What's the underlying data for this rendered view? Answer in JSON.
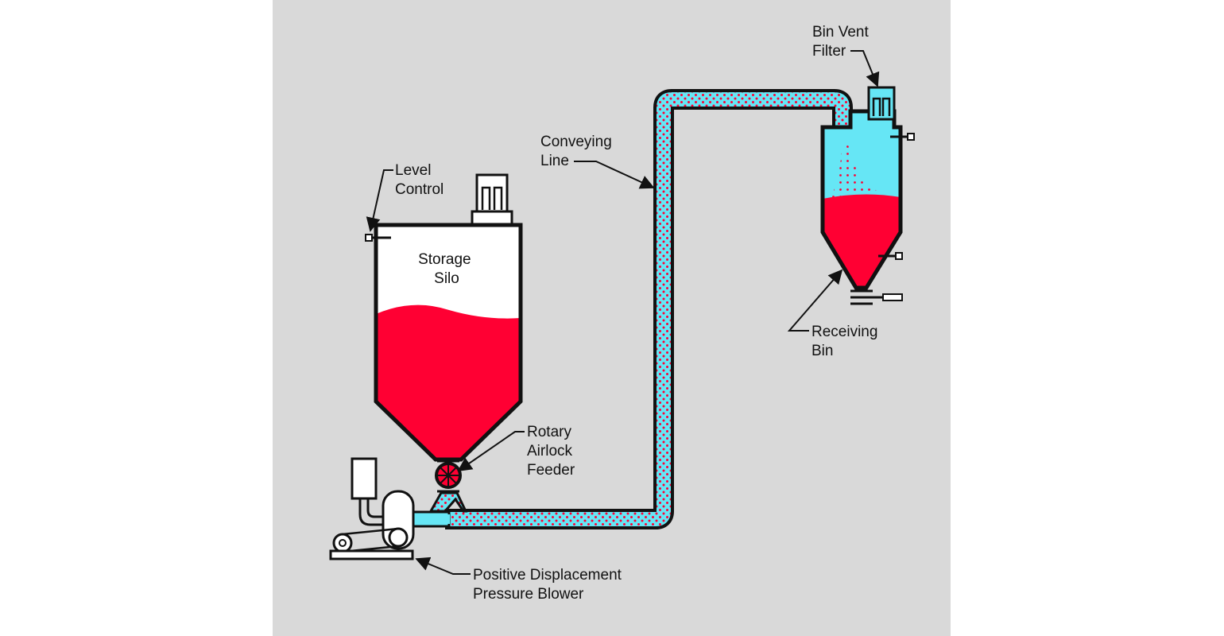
{
  "colors": {
    "background": "#ffffff",
    "panel": "#d9d9d9",
    "material": "#ff0033",
    "air": "#66e6f5",
    "outline": "#111111"
  },
  "labels": {
    "bin_vent_filter": [
      "Bin Vent",
      "Filter"
    ],
    "conveying_line": [
      "Conveying",
      "Line"
    ],
    "level_control": [
      "Level",
      "Control"
    ],
    "storage_silo": [
      "Storage",
      "Silo"
    ],
    "receiving_bin": [
      "Receiving",
      "Bin"
    ],
    "rotary_airlock_feeder": [
      "Rotary",
      "Airlock",
      "Feeder"
    ],
    "blower": [
      "Positive Displacement",
      "Pressure Blower"
    ]
  }
}
